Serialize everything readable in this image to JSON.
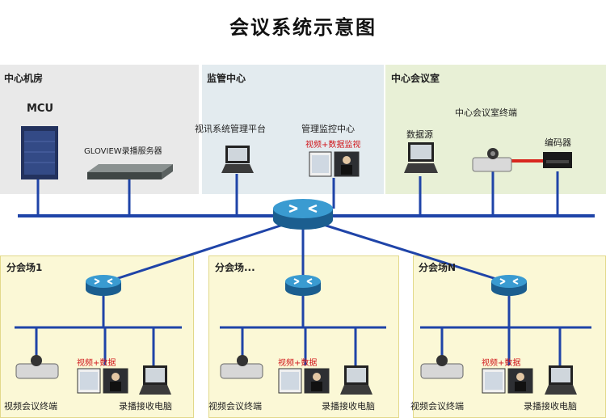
{
  "title": "会议系统示意图",
  "top_panels": {
    "central_room": {
      "label": "中心机房",
      "mcu": "MCU",
      "recorder": "GLOVIEW录播服务器"
    },
    "monitor_center": {
      "label": "监管中心",
      "platform": "视讯系统管理平台",
      "monitor": "管理监控中心",
      "monitor_note": "视频+数据监视"
    },
    "central_meeting": {
      "label": "中心会议室",
      "terminal": "中心会议室终端",
      "data_source": "数据源",
      "encoder": "编码器"
    }
  },
  "branches": [
    {
      "label": "分会场1",
      "media": "视频+数据",
      "terminal": "视频会议终端",
      "receiver": "录播接收电脑"
    },
    {
      "label": "分会场...",
      "media": "视频+数据",
      "terminal": "视频会议终端",
      "receiver": "录播接收电脑"
    },
    {
      "label": "分会场N",
      "media": "视频+数据",
      "terminal": "视频会议终端",
      "receiver": "录播接收电脑"
    }
  ],
  "colors": {
    "bus": "#1f44a8",
    "panel_gray": "#e9e9e9",
    "panel_blue": "#e3ebef",
    "panel_green": "#e8f0d6",
    "panel_yellow": "#fbf8d6",
    "router": "#2a7fb6",
    "link_red": "#d8261e"
  }
}
